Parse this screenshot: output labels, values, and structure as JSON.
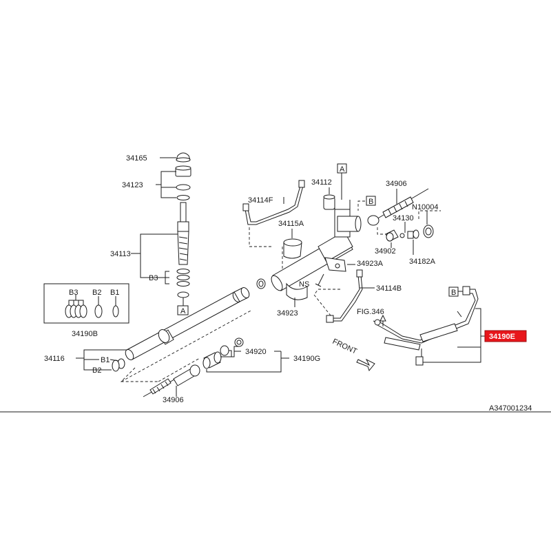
{
  "labels": {
    "p34165": "34165",
    "p34123": "34123",
    "p34113": "34113",
    "b3_left": "B3",
    "a_bottom": "A",
    "box_b3": "B3",
    "box_b2": "B2",
    "box_b1": "B1",
    "p34190B": "34190B",
    "p34116": "34116",
    "b1_lower": "B1",
    "b2_lower": "B2",
    "p34906_bottom": "34906",
    "p34920": "34920",
    "p34190G": "34190G",
    "p34114F": "34114F",
    "p34115A": "34115A",
    "p34112": "34112",
    "a_top": "A",
    "b_top": "B",
    "p34906_top": "34906",
    "pN10004": "N10004",
    "p34130": "34130",
    "p34902": "34902",
    "p34182A": "34182A",
    "p34923A": "34923A",
    "ns": "NS",
    "p34114B": "34114B",
    "p34923": "34923",
    "fig346": "FIG.346",
    "b_right": "B",
    "p34190E": "34190E",
    "front": "FRONT",
    "diagram_code": "A347001234"
  },
  "colors": {
    "highlight": "#e8161b",
    "line": "#1a1a1a",
    "background": "#ffffff"
  }
}
